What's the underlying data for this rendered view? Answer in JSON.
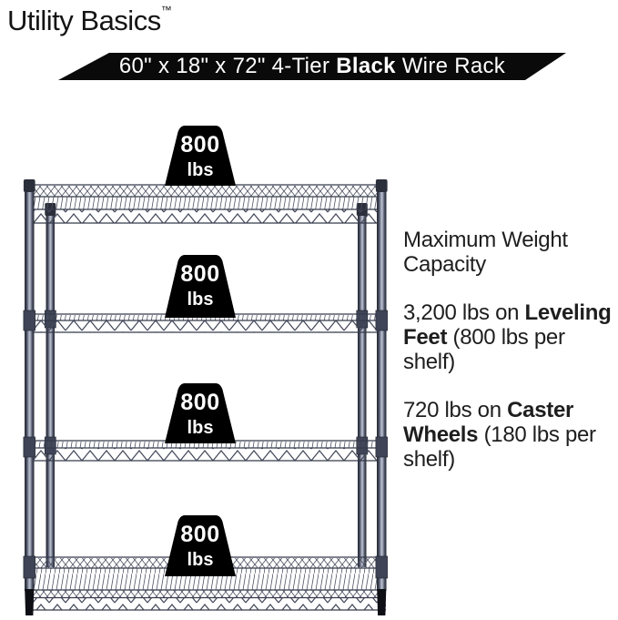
{
  "page": {
    "background": "#ffffff"
  },
  "brand": {
    "name": "Utility Basics",
    "trademark": "™"
  },
  "banner": {
    "prefix": "60\" x 18\" x 72\" 4-Tier ",
    "bold": "Black",
    "suffix": " Wire Rack",
    "bg": "#0a0a0a",
    "fg": "#ffffff"
  },
  "rack": {
    "tiers": 4,
    "color_name": "Black",
    "frame_color": "#4d5366",
    "wire_color": "#4a4f5f",
    "badge_bg": "#000000",
    "badge_fg": "#ffffff",
    "badges": [
      {
        "value": "800",
        "unit": "lbs"
      },
      {
        "value": "800",
        "unit": "lbs"
      },
      {
        "value": "800",
        "unit": "lbs"
      },
      {
        "value": "800",
        "unit": "lbs"
      }
    ]
  },
  "info": {
    "heading": "Maximum Weight Capacity",
    "specs": [
      {
        "pre": "3,200 lbs on ",
        "bold": "Leveling Feet",
        "post": " (800 lbs per shelf)"
      },
      {
        "pre": "720 lbs on ",
        "bold": "Caster Wheels",
        "post": " (180 lbs per shelf)"
      }
    ]
  }
}
